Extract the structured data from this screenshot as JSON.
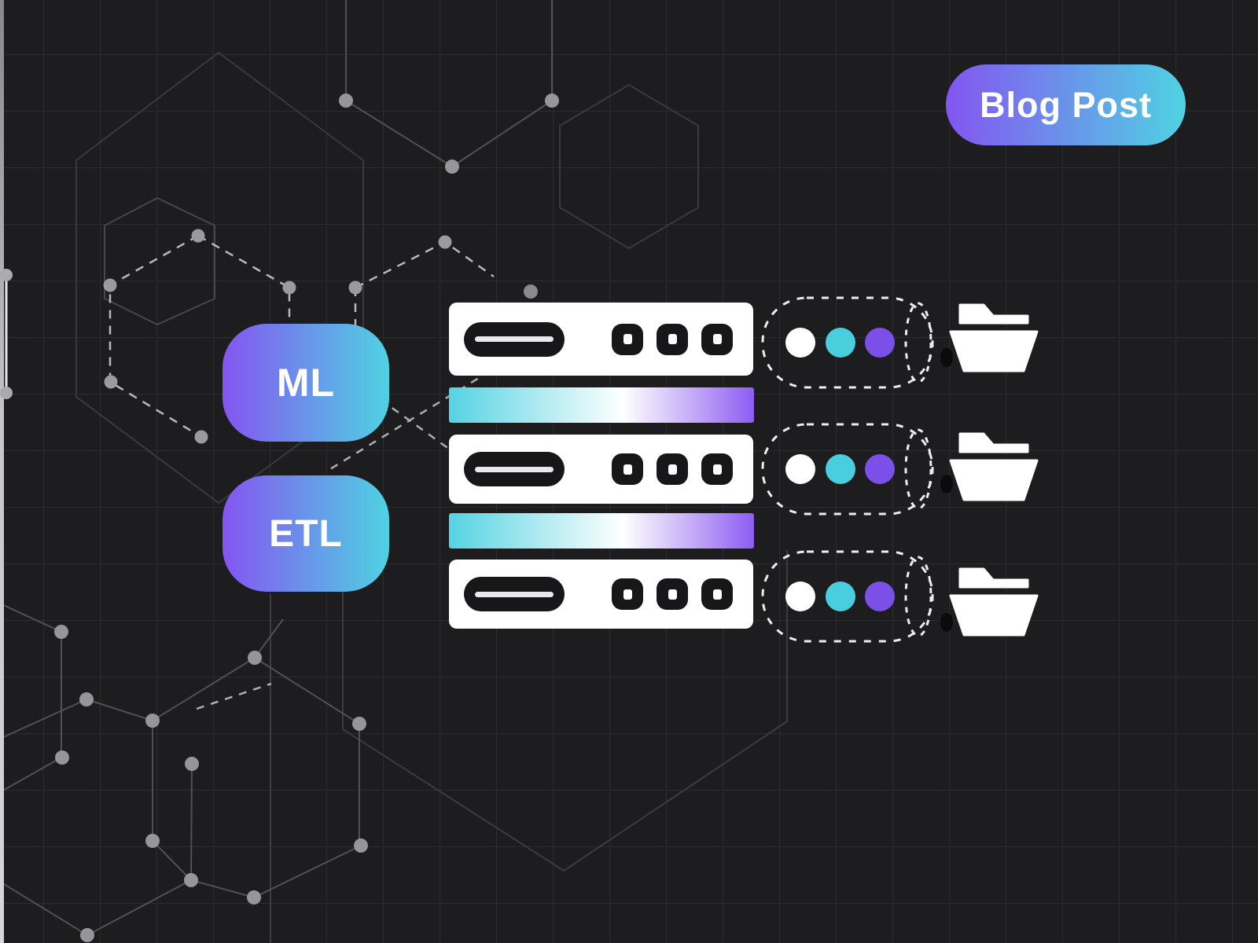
{
  "badge": {
    "label": "Blog Post"
  },
  "pipeline": {
    "labels": [
      {
        "text": "ML"
      },
      {
        "text": "ETL"
      }
    ],
    "rows": [
      {
        "server": "server-rack",
        "indicator": [
          "white",
          "cyan",
          "purple"
        ],
        "output": "folder"
      },
      {
        "server": "server-rack",
        "indicator": [
          "white",
          "cyan",
          "purple"
        ],
        "output": "folder"
      },
      {
        "server": "server-rack",
        "indicator": [
          "white",
          "cyan",
          "purple"
        ],
        "output": "folder"
      }
    ]
  },
  "colors": {
    "background": "#1d1d1f",
    "grid_line": "#2c2c2f",
    "accent_purple": "#8455f1",
    "accent_cyan": "#4fd2e2",
    "dot_white": "#ffffff",
    "dot_cyan": "#49cede",
    "dot_purple": "#7b50e8",
    "bar_gradient": [
      "#55d3e2",
      "#ffffff",
      "#8d5cf3"
    ],
    "server_body": "#ffffff",
    "server_detail": "#17171a",
    "dashed_outline": "#ededf0",
    "text": "#ffffff"
  }
}
